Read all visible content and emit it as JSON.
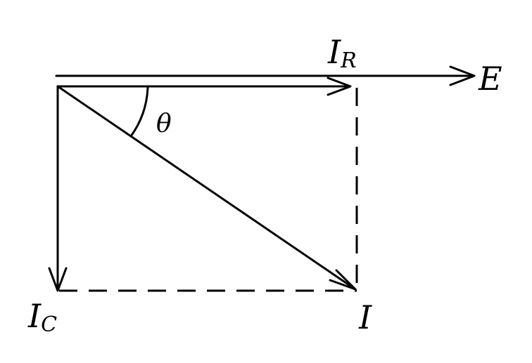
{
  "diagram": {
    "labels": {
      "E": "E",
      "IR_main": "I",
      "IR_sub": "R",
      "IC_main": "I",
      "IC_sub": "C",
      "I": "I",
      "theta": "θ"
    },
    "colors": {
      "stroke": "#000000",
      "background": "#ffffff"
    }
  }
}
